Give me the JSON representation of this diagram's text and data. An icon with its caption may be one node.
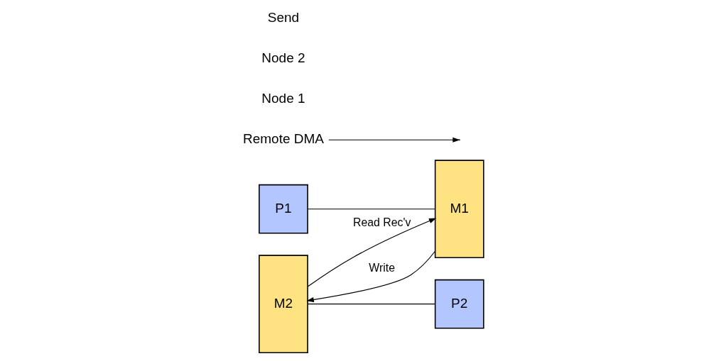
{
  "diagram": {
    "nodes": [
      {
        "text": [
          "P1"
        ]
      },
      {
        "text": [
          "M1"
        ]
      },
      {
        "text": [
          "M2"
        ]
      },
      {
        "text": [
          "P2"
        ]
      },
      {
        "text": [
          "Remote DMA"
        ]
      }
    ],
    "edges": [
      {
        "from": 0,
        "to": 1,
        "arrow": "none"
      },
      {
        "from": 2,
        "to": 1,
        "arrow": "to",
        "label": "Read Rec'v"
      },
      {
        "from": 1,
        "to": 2,
        "arrow": "to",
        "label": "Write"
      },
      {
        "from": 2,
        "to": 3,
        "arrow": "none"
      },
      {
        "from": 4,
        "to": null,
        "arrow": "to"
      }
    ],
    "labels": [
      "Node 1",
      "Node 2",
      "Send"
    ]
  }
}
